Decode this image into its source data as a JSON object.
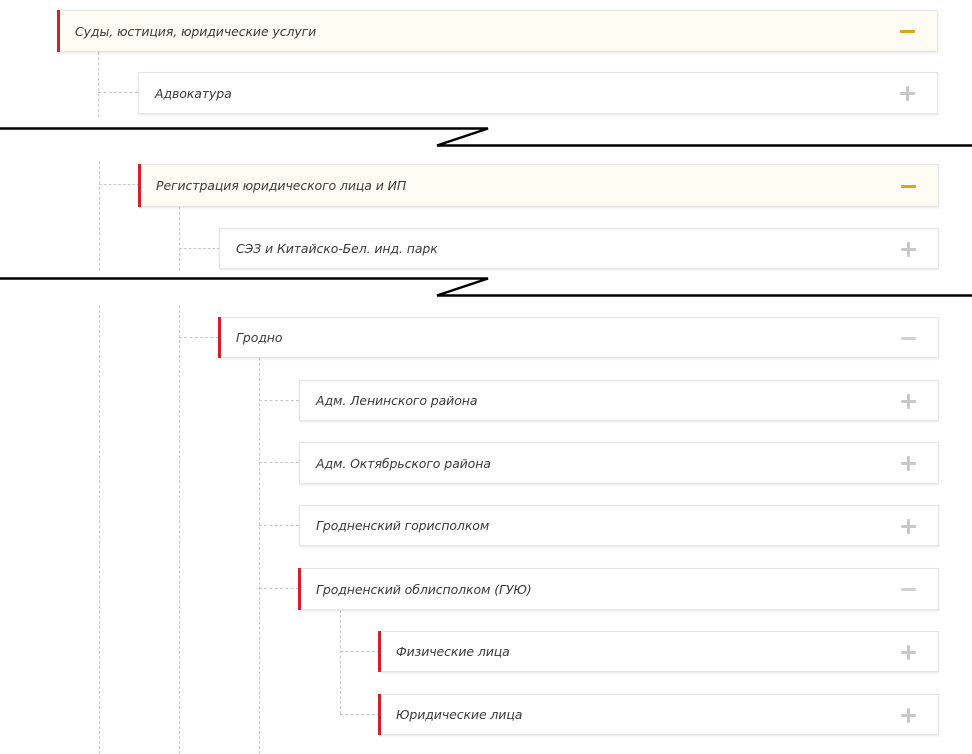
{
  "tree": {
    "row_courts": {
      "label": "Суды, юстиция, юридические услуги",
      "toggle": "minus"
    },
    "row_advocacy": {
      "label": "Адвокатура",
      "toggle": "plus"
    },
    "row_registration": {
      "label": "Регистрация юридического лица и ИП",
      "toggle": "minus"
    },
    "row_sez": {
      "label": "СЭЗ и Китайско-Бел. инд. парк",
      "toggle": "plus"
    },
    "row_grodno": {
      "label": "Гродно",
      "toggle": "minus"
    },
    "row_lenin": {
      "label": "Адм. Ленинского района",
      "toggle": "plus"
    },
    "row_oktyabr": {
      "label": "Адм. Октябрьского района",
      "toggle": "plus"
    },
    "row_gorispolkom": {
      "label": "Гродненский горисполком",
      "toggle": "plus"
    },
    "row_oblispolkom": {
      "label": "Гродненский облисполком (ГУЮ)",
      "toggle": "minus"
    },
    "row_individuals": {
      "label": "Физические лица",
      "toggle": "plus"
    },
    "row_legal": {
      "label": "Юридические лица",
      "toggle": "plus"
    }
  },
  "colors": {
    "accent_bar": "#d2202a",
    "minus_active": "#e3a11c",
    "minus_inactive": "#d3d3d3",
    "plus": "#c8c8c8",
    "expanded_bg": "#fffcf3",
    "connector": "#c9c9c9"
  },
  "icons": {
    "expand": "plus-icon",
    "collapse": "minus-icon"
  }
}
